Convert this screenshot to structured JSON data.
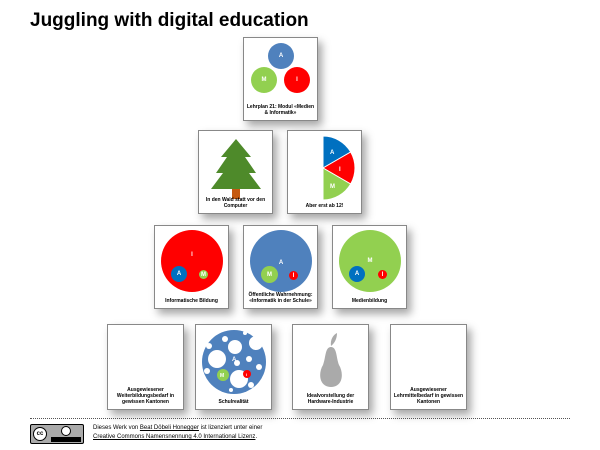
{
  "title": "Juggling with digital education",
  "colors": {
    "A": "#4f81bd",
    "I": "#ff0000",
    "M": "#92d050",
    "tree": "#4e8a2a",
    "pear": "#aaaaaa"
  },
  "letters": {
    "A": "A",
    "I": "I",
    "M": "M"
  },
  "cards": [
    {
      "caption": "Lehrplan 21: Modul «Medien & Informatik»"
    },
    {
      "caption": "In den Wald statt vor den Computer",
      "icon": "tree-icon"
    },
    {
      "caption": "Aber erst ab 12!"
    },
    {
      "caption": "Informatische Bildung"
    },
    {
      "caption": "Öffentliche Wahrnehmung: «Informatik in der Schule»"
    },
    {
      "caption": "Medienbildung"
    },
    {
      "caption": "Ausgewiesener Weiterbildungsbedarf in gewissen Kantonen"
    },
    {
      "caption": "Schulrealität"
    },
    {
      "caption": "Idealvorstellung der Hardware-Industrie",
      "icon": "pear-icon"
    },
    {
      "caption": "Ausgewiesener Lehrmittelbedarf in gewissen Kantonen"
    }
  ],
  "footer": {
    "text1": "Dieses Werk von ",
    "author": "Beat Döbeli Honegger",
    "text2": " ist lizenziert unter einer",
    "license": "Creative Commons Namensnennung 4.0 International Lizenz",
    "end": ".",
    "badge": "cc-by-icon"
  }
}
